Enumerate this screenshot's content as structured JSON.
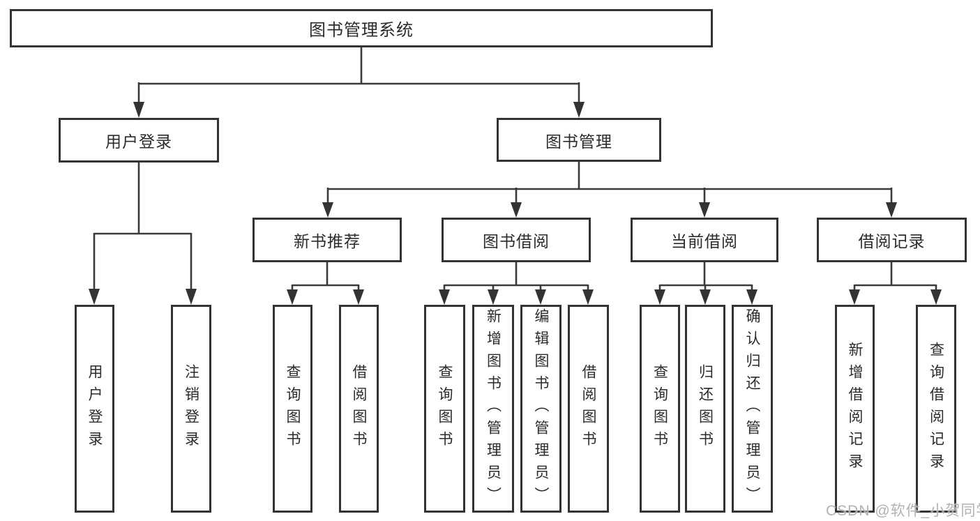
{
  "diagram_title": "图书管理系统",
  "tree": {
    "root_label": "图书管理系统",
    "branches": [
      {
        "label": "用户登录",
        "children": [
          {
            "label": "用户登录"
          },
          {
            "label": "注销登录"
          }
        ]
      },
      {
        "label": "图书管理",
        "children": [
          {
            "label": "新书推荐",
            "children": [
              {
                "label": "查询图书"
              },
              {
                "label": "借阅图书"
              }
            ]
          },
          {
            "label": "图书借阅",
            "children": [
              {
                "label": "查询图书"
              },
              {
                "label": "新增图书（管理员）"
              },
              {
                "label": "编辑图书（管理员）"
              },
              {
                "label": "借阅图书"
              }
            ]
          },
          {
            "label": "当前借阅",
            "children": [
              {
                "label": "查询图书"
              },
              {
                "label": "归还图书"
              },
              {
                "label": "确认归还（管理员）"
              }
            ]
          },
          {
            "label": "借阅记录",
            "children": [
              {
                "label": "新增借阅记录"
              },
              {
                "label": "查询借阅记录"
              }
            ]
          }
        ]
      }
    ]
  },
  "watermark": "CSDN @软件_小贺同学",
  "colors": {
    "line": "#3a3a3a",
    "box_border": "#333333",
    "text": "#2b2b2b",
    "watermark": "#aeaeae",
    "background": "#ffffff"
  }
}
